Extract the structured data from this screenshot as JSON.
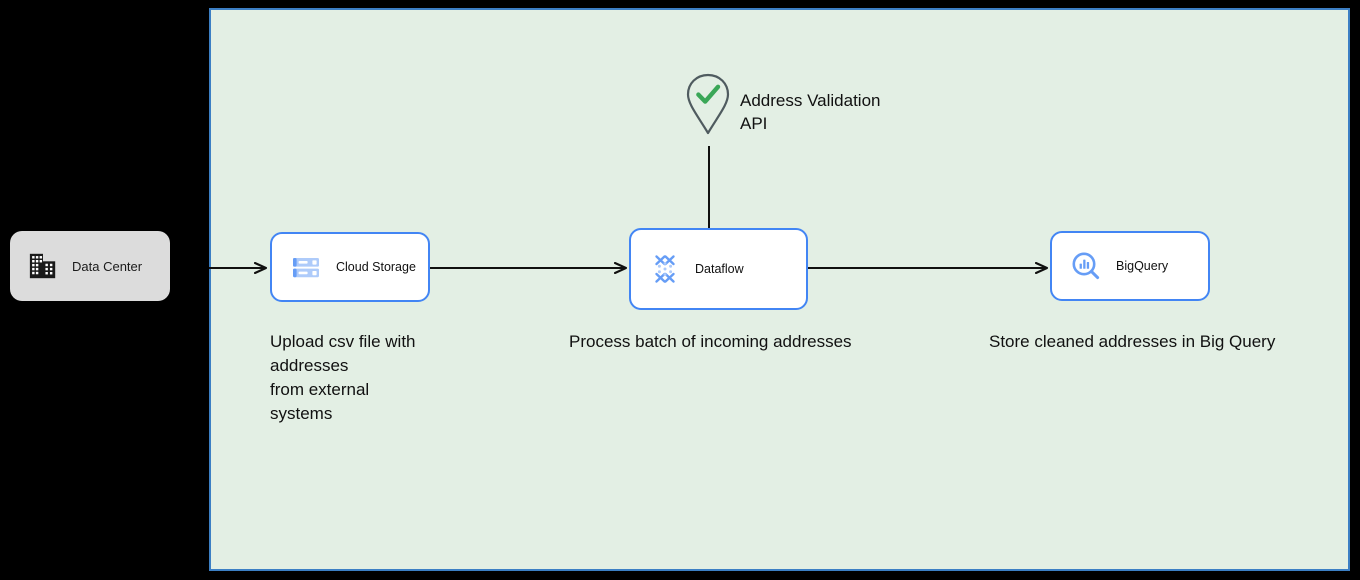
{
  "diagram": {
    "zone": {
      "name": "cloud-zone",
      "fill": "#e3efe4",
      "border": "#3c7fc4"
    },
    "onprem": {
      "label": "Data Center",
      "icon": "data-center-icon",
      "fill": "#dcdcdc"
    },
    "external_api": {
      "label": "Address Validation\nAPI",
      "icon": "map-pin-check-icon",
      "check_color": "#3aa757",
      "pin_color": "#4f5b5f"
    },
    "nodes": [
      {
        "id": "cloud-storage",
        "label": "Cloud Storage",
        "icon": "cloud-storage-icon",
        "accent": "#4285f4",
        "caption": "Upload csv file with\naddresses\nfrom external\nsystems"
      },
      {
        "id": "dataflow",
        "label": "Dataflow",
        "icon": "dataflow-icon",
        "accent": "#4285f4",
        "caption": "Process batch of incoming addresses"
      },
      {
        "id": "bigquery",
        "label": "BigQuery",
        "icon": "bigquery-icon",
        "accent": "#4285f4",
        "caption": "Store cleaned addresses in Big Query"
      }
    ],
    "connectors": [
      {
        "id": "datacenter-to-cloud-storage",
        "arrow": true
      },
      {
        "id": "cloud-storage-to-dataflow",
        "arrow": true
      },
      {
        "id": "dataflow-to-bigquery",
        "arrow": true
      },
      {
        "id": "api-to-dataflow",
        "arrow": false
      }
    ]
  }
}
